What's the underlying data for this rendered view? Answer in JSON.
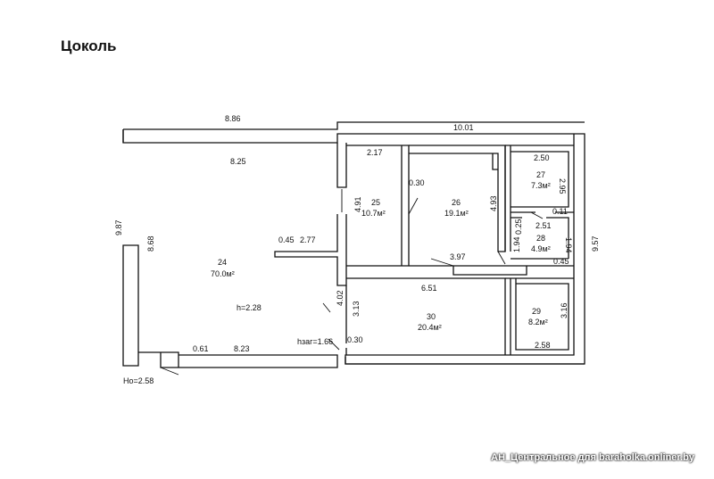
{
  "floor_title": "Цоколь",
  "rooms": [
    {
      "id": "24",
      "area": "70.0м²",
      "height": "h=2.28"
    },
    {
      "id": "25",
      "area": "10.7м²"
    },
    {
      "id": "26",
      "area": "19.1м²"
    },
    {
      "id": "27",
      "area": "7.3м²"
    },
    {
      "id": "28",
      "area": "4.9м²"
    },
    {
      "id": "29",
      "area": "8.2м²"
    },
    {
      "id": "30",
      "area": "20.4м²"
    }
  ],
  "dimensions": {
    "top_left": "8.86",
    "top_right": "10.01",
    "room24_top": "8.25",
    "outer_left": "9.87",
    "room24_left": "8.68",
    "ledge_a": "0.45",
    "ledge_b": "2.77",
    "bottom_small": "0.61",
    "bottom_main": "8.23",
    "floor_height": "Hо=2.58",
    "beam_height": "hзаг=1.66",
    "r25_top": "2.17",
    "r25_side": "4.91",
    "r26_door": "0.30",
    "r26_side": "4.93",
    "corridor_gap": "3.97",
    "corridor_width": "6.51",
    "diag_402": "4.02",
    "r30_side": "3.13",
    "r30_door": "0.30",
    "r27_top": "2.50",
    "r27_side": "2.95",
    "r28_gap": "0.11",
    "r28_top": "2.51",
    "r28_left": "0.25",
    "r28_left2": "1.94",
    "r28_right": "1.94",
    "r28_bottom": "0.45",
    "outer_right": "9.57",
    "r29_side": "3.16",
    "r29_bottom": "2.58"
  },
  "watermark": "АН_Центральное для baraholka.onliner.by"
}
